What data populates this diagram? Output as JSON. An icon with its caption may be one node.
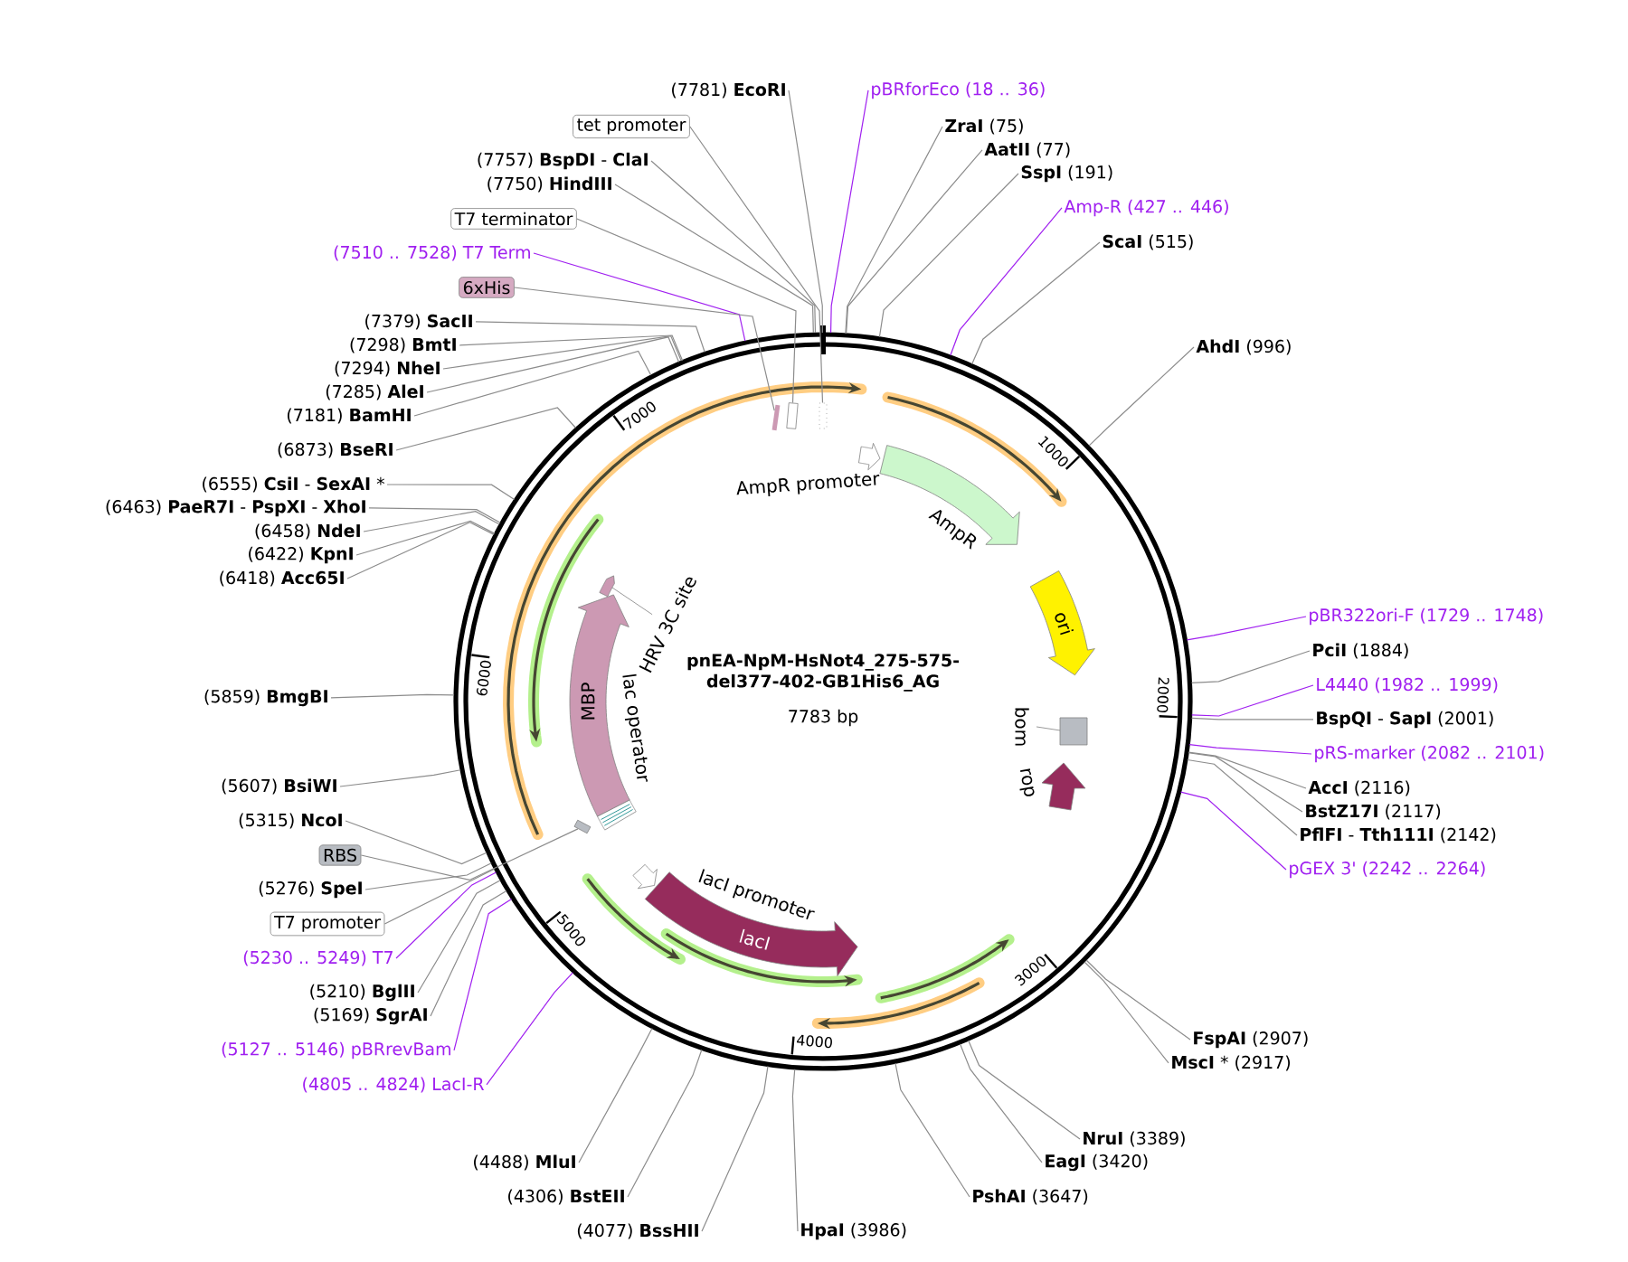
{
  "diagram": {
    "title": "pnEA-NpM-HsNot4_275-575-del377-402-GB1His6_AG",
    "nodes": [
      {
        "text": [
          "(7781) **EcoRI**"
        ]
      },
      {
        "text": [
          "pBRforEco (18 .. 36)"
        ]
      },
      {
        "text": [
          "tet promoter"
        ]
      },
      {
        "text": [
          "**ZraI** (75)"
        ]
      },
      {
        "text": [
          "**AatII** (77)"
        ]
      },
      {
        "text": [
          "(7757) **BspDI** - **ClaI**"
        ]
      },
      {
        "text": [
          "**SspI** (191)"
        ]
      },
      {
        "text": [
          "(7750) **HindIII**"
        ]
      },
      {
        "text": [
          "Amp-R (427 .. 446)"
        ]
      },
      {
        "text": [
          "T7 terminator"
        ]
      },
      {
        "text": [
          "**ScaI** (515)"
        ]
      },
      {
        "text": [
          "(7510 .. 7528) T7 Term"
        ]
      },
      {
        "text": [
          "6xHis"
        ]
      },
      {
        "text": [
          "(7379) **SacII**"
        ]
      },
      {
        "text": [
          "(7298) **BmtI**"
        ]
      },
      {
        "text": [
          "**AhdI** (996)"
        ]
      },
      {
        "text": [
          "(7294) **NheI**"
        ]
      },
      {
        "text": [
          "(7285) **AleI**"
        ]
      },
      {
        "text": [
          "(7181) **BamHI**"
        ]
      },
      {
        "text": [
          "(6873) **BseRI**"
        ]
      },
      {
        "text": [
          "(6555) **CsiI** - **SexAI** *"
        ]
      },
      {
        "text": [
          "(6463) **PaeR7I** - **PspXI** - **XhoI**"
        ]
      },
      {
        "text": [
          "(6458) **NdeI**"
        ]
      },
      {
        "text": [
          "(6422) **KpnI**"
        ]
      },
      {
        "text": [
          "(6418) **Acc65I**"
        ]
      },
      {
        "text": [
          "pBR322ori-F (1729 .. 1748)"
        ]
      },
      {
        "text": [
          "**PciI** (1884)"
        ]
      },
      {
        "text": [
          "L4440 (1982 .. 1999)"
        ]
      },
      {
        "text": [
          "(5859) **BmgBI**"
        ]
      },
      {
        "text": [
          "**BspQI** - **SapI** (2001)"
        ]
      },
      {
        "text": [
          "pRS-marker (2082 .. 2101)"
        ]
      },
      {
        "text": [
          "(5607) **BsiWI**"
        ]
      },
      {
        "text": [
          "**AccI** (2116)"
        ]
      },
      {
        "text": [
          "**BstZ17I** (2117)"
        ]
      },
      {
        "text": [
          "(5315) **NcoI**"
        ]
      },
      {
        "text": [
          "**PflFI** - **Tth111I** (2142)"
        ]
      },
      {
        "text": [
          "RBS"
        ]
      },
      {
        "text": [
          "pGEX 3' (2242 .. 2264)"
        ]
      },
      {
        "text": [
          "(5276) **SpeI**"
        ]
      },
      {
        "text": [
          "T7 promoter"
        ]
      },
      {
        "text": [
          "(5230 .. 5249) T7"
        ]
      },
      {
        "text": [
          "(5210) **BglII**"
        ]
      },
      {
        "text": [
          "(5169) **SgrAI**"
        ]
      },
      {
        "text": [
          "**FspAI** (2907)"
        ]
      },
      {
        "text": [
          "(5127 .. 5146) pBRrevBam"
        ]
      },
      {
        "text": [
          "**MscI** * (2917)"
        ]
      },
      {
        "text": [
          "(4805 .. 4824) LacI-R"
        ]
      },
      {
        "text": [
          "**NruI** (3389)"
        ]
      },
      {
        "text": [
          "(4488) **MluI**"
        ]
      },
      {
        "text": [
          "**EagI** (3420)"
        ]
      },
      {
        "text": [
          "(4306) **BstEII**"
        ]
      },
      {
        "text": [
          "**PshAI** (3647)"
        ]
      },
      {
        "text": [
          "(4077) **BssHII**"
        ]
      },
      {
        "text": [
          "**HpaI** (3986)"
        ]
      },
      {
        "text": [
          "AmpR promoter"
        ]
      },
      {
        "text": [
          "AmpR"
        ]
      },
      {
        "text": [
          "ori"
        ]
      },
      {
        "text": [
          "HRV 3C site"
        ]
      },
      {
        "text": [
          "MBP"
        ]
      },
      {
        "text": [
          "lac operator"
        ]
      },
      {
        "text": [
          "bom"
        ]
      },
      {
        "text": [
          "rop"
        ]
      },
      {
        "text": [
          "lacI promoter"
        ]
      },
      {
        "text": [
          "lacI"
        ]
      },
      {
        "text": [],
        "shape": "bar"
      },
      {
        "text": [],
        "shape": "box"
      },
      {
        "text": [],
        "shape": "box"
      },
      {
        "text": [],
        "shape": "box"
      }
    ],
    "edges": [
      {
        "from": 0,
        "to": null,
        "arrow": "none"
      },
      {
        "from": 1,
        "to": null,
        "arrow": "none",
        "color": "#a020f0"
      },
      {
        "from": 2,
        "to": 66,
        "arrow": "none"
      },
      {
        "from": 3,
        "to": null,
        "arrow": "none"
      },
      {
        "from": 4,
        "to": null,
        "arrow": "none"
      },
      {
        "from": 5,
        "to": null,
        "arrow": "none"
      },
      {
        "from": 6,
        "to": null,
        "arrow": "none"
      },
      {
        "from": 7,
        "to": null,
        "arrow": "none"
      },
      {
        "from": 8,
        "to": null,
        "arrow": "none",
        "color": "#a020f0"
      },
      {
        "from": 9,
        "to": 65,
        "arrow": "none"
      },
      {
        "from": 10,
        "to": null,
        "arrow": "none"
      },
      {
        "from": 11,
        "to": null,
        "arrow": "none",
        "color": "#a020f0"
      },
      {
        "from": 12,
        "to": 64,
        "arrow": "none"
      },
      {
        "from": 13,
        "to": null,
        "arrow": "none"
      },
      {
        "from": 14,
        "to": null,
        "arrow": "none"
      },
      {
        "from": 15,
        "to": null,
        "arrow": "none"
      },
      {
        "from": 16,
        "to": null,
        "arrow": "none"
      },
      {
        "from": 17,
        "to": null,
        "arrow": "none"
      },
      {
        "from": 18,
        "to": null,
        "arrow": "none"
      },
      {
        "from": 19,
        "to": null,
        "arrow": "none"
      },
      {
        "from": 20,
        "to": null,
        "arrow": "none"
      },
      {
        "from": 21,
        "to": null,
        "arrow": "none"
      },
      {
        "from": 22,
        "to": null,
        "arrow": "none"
      },
      {
        "from": 23,
        "to": null,
        "arrow": "none"
      },
      {
        "from": 24,
        "to": null,
        "arrow": "none"
      },
      {
        "from": 25,
        "to": null,
        "arrow": "none",
        "color": "#a020f0"
      },
      {
        "from": 26,
        "to": null,
        "arrow": "none"
      },
      {
        "from": 27,
        "to": null,
        "arrow": "none",
        "color": "#a020f0"
      },
      {
        "from": 28,
        "to": null,
        "arrow": "none"
      },
      {
        "from": 29,
        "to": null,
        "arrow": "none"
      },
      {
        "from": 30,
        "to": null,
        "arrow": "none",
        "color": "#a020f0"
      },
      {
        "from": 31,
        "to": null,
        "arrow": "none"
      },
      {
        "from": 32,
        "to": null,
        "arrow": "none"
      },
      {
        "from": 33,
        "to": null,
        "arrow": "none"
      },
      {
        "from": 34,
        "to": null,
        "arrow": "none"
      },
      {
        "from": 35,
        "to": null,
        "arrow": "none"
      },
      {
        "from": 36,
        "to": 67,
        "arrow": "none"
      },
      {
        "from": 37,
        "to": null,
        "arrow": "none",
        "color": "#a020f0"
      },
      {
        "from": 38,
        "to": null,
        "arrow": "none"
      },
      {
        "from": 39,
        "to": null,
        "arrow": "none"
      },
      {
        "from": 40,
        "to": null,
        "arrow": "none",
        "color": "#a020f0"
      },
      {
        "from": 41,
        "to": null,
        "arrow": "none"
      },
      {
        "from": 42,
        "to": null,
        "arrow": "none"
      },
      {
        "from": 43,
        "to": null,
        "arrow": "none"
      },
      {
        "from": 44,
        "to": null,
        "arrow": "none",
        "color": "#a020f0"
      },
      {
        "from": 45,
        "to": null,
        "arrow": "none"
      },
      {
        "from": 46,
        "to": null,
        "arrow": "none",
        "color": "#a020f0"
      },
      {
        "from": 47,
        "to": null,
        "arrow": "none"
      },
      {
        "from": 48,
        "to": null,
        "arrow": "none"
      },
      {
        "from": 49,
        "to": null,
        "arrow": "none"
      },
      {
        "from": 50,
        "to": null,
        "arrow": "none"
      },
      {
        "from": 51,
        "to": null,
        "arrow": "none"
      },
      {
        "from": 52,
        "to": null,
        "arrow": "none"
      },
      {
        "from": 53,
        "to": null,
        "arrow": "none"
      }
    ],
    "labels": [
      "7783 bp",
      "1000",
      "2000",
      "3000",
      "4000",
      "5000",
      "6000",
      "7000"
    ]
  }
}
